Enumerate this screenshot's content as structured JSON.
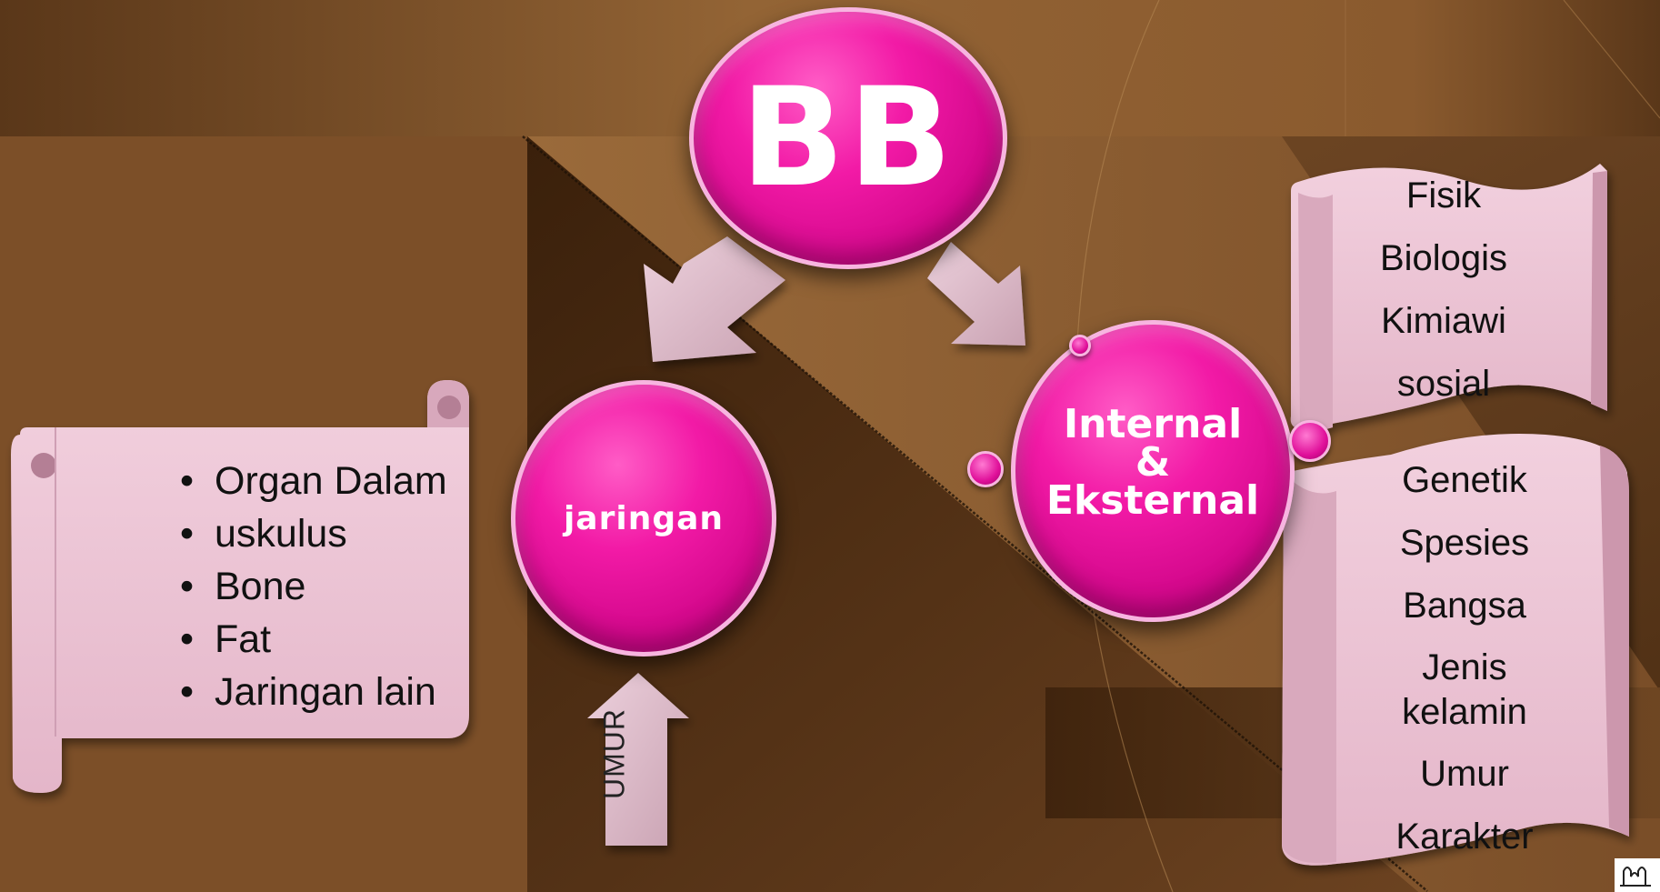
{
  "nodes": {
    "bb": "BB",
    "jaringan": "jaringan",
    "internal": "Internal",
    "amp": "&",
    "eksternal": "Eksternal"
  },
  "arrows": {
    "umur_label": "UMUR"
  },
  "left_scroll": {
    "items": [
      "Organ Dalam",
      "uskulus",
      "Bone",
      "Fat",
      "Jaringan lain"
    ]
  },
  "upper_right_scroll": {
    "items": [
      "Fisik",
      "Biologis",
      "Kimiawi",
      "sosial"
    ]
  },
  "lower_right_scroll": {
    "items": [
      "Genetik",
      "Spesies",
      "Bangsa",
      "Jenis",
      "kelamin",
      "Umur",
      "Karakter"
    ]
  },
  "colors": {
    "node_fill": "#e8109e",
    "node_border": "#f7b5e0",
    "scroll_fill": "#ecc3d4",
    "arrow_fill": "#dcb7c4",
    "background_brown": "#6b4424",
    "band_brown": "#8a5a2e"
  },
  "icons": {
    "corner_logo": "logo-icon"
  }
}
